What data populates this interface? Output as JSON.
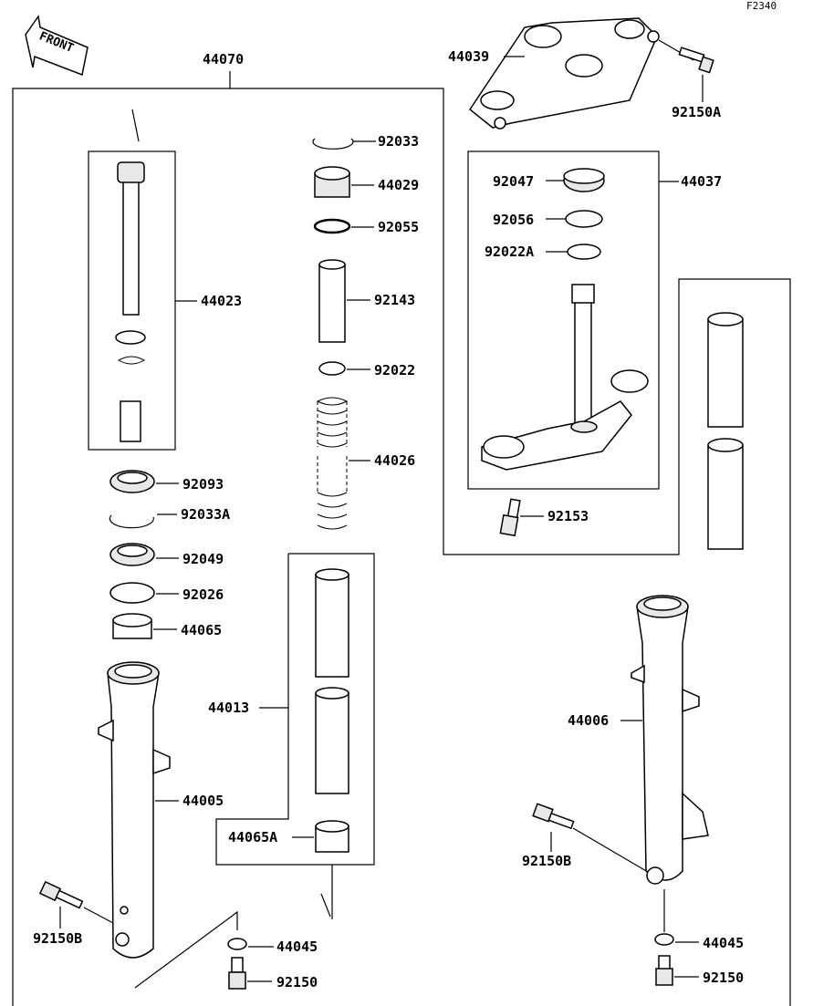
{
  "figure_code": "F2340",
  "front_label": "FRONT",
  "labels": {
    "p44070": "44070",
    "p44039": "44039",
    "p92150A": "92150A",
    "p92033": "92033",
    "p44029": "44029",
    "p92055": "92055",
    "p92143": "92143",
    "p92022": "92022",
    "p44026": "44026",
    "p44023": "44023",
    "p44037": "44037",
    "p92047": "92047",
    "p92056": "92056",
    "p92022A": "92022A",
    "p92153": "92153",
    "p92093": "92093",
    "p92033A": "92033A",
    "p92049": "92049",
    "p92026": "92026",
    "p44065": "44065",
    "p44013": "44013",
    "p44005": "44005",
    "p44065A": "44065A",
    "p92150B_left": "92150B",
    "p44045_left": "44045",
    "p92150_left": "92150",
    "p44006": "44006",
    "p92150B_right": "92150B",
    "p44045_right": "44045",
    "p92150_right": "92150"
  }
}
